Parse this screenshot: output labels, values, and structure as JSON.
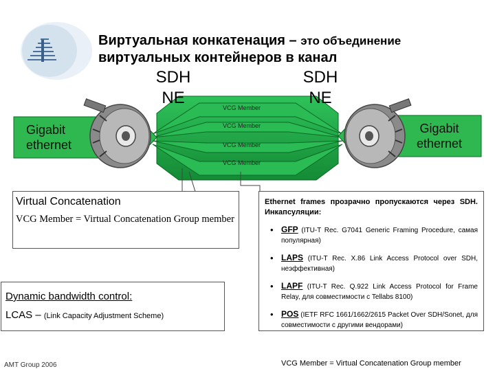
{
  "header": {
    "title_main": "Виртуальная конкатенация – ",
    "title_rest": "это объединение",
    "title_line2": "виртуальных контейнеров в канал"
  },
  "diagram": {
    "sdh_left": "SDH\nNE",
    "sdh_right": "SDH\nNE",
    "vcg_members": [
      "VCG Member",
      "VCG Member",
      "VCG Member",
      "VCG Member"
    ],
    "gigabit_left": "Gigabit\nethernet",
    "gigabit_right": "Gigabit\nethernet",
    "colors": {
      "pipe": "#22b24c",
      "pipe_dark": "#0d7a2e",
      "gigabit_fill": "#2eb84f"
    }
  },
  "left_box": {
    "heading": "Virtual Concatenation",
    "text": "VCG Member = Virtual Concatenation Group member"
  },
  "lcas_box": {
    "line1": "Dynamic bandwidth control:",
    "line2_big": "LCAS – ",
    "line2_small": "(Link Capacity Adjustment Scheme)"
  },
  "right_box": {
    "intro": "Ethernet frames прозрачно пропускаются через SDH. Инкапсуляции:",
    "items": [
      {
        "acr": "GFP",
        "text": " (ITU-T Rec. G7041 Generic Framing Procedure, самая популярная)"
      },
      {
        "acr": "LAPS",
        "text": " (ITU-T Rec. X.86 Link Access Protocol over SDH, неэффективная)"
      },
      {
        "acr": "LAPF",
        "text": " (ITU-T Rec. Q.922 Link Access Protocol for Frame Relay, для совместимости с Tellabs 8100)"
      },
      {
        "acr": "POS",
        "text": " (IETF RFC 1661/1662/2615 Packet Over SDH/Sonet, для совместимости с другими вендорами)"
      }
    ]
  },
  "footer": {
    "left": "AMT Group 2006",
    "right": "VCG Member = Virtual Concatenation Group member"
  }
}
